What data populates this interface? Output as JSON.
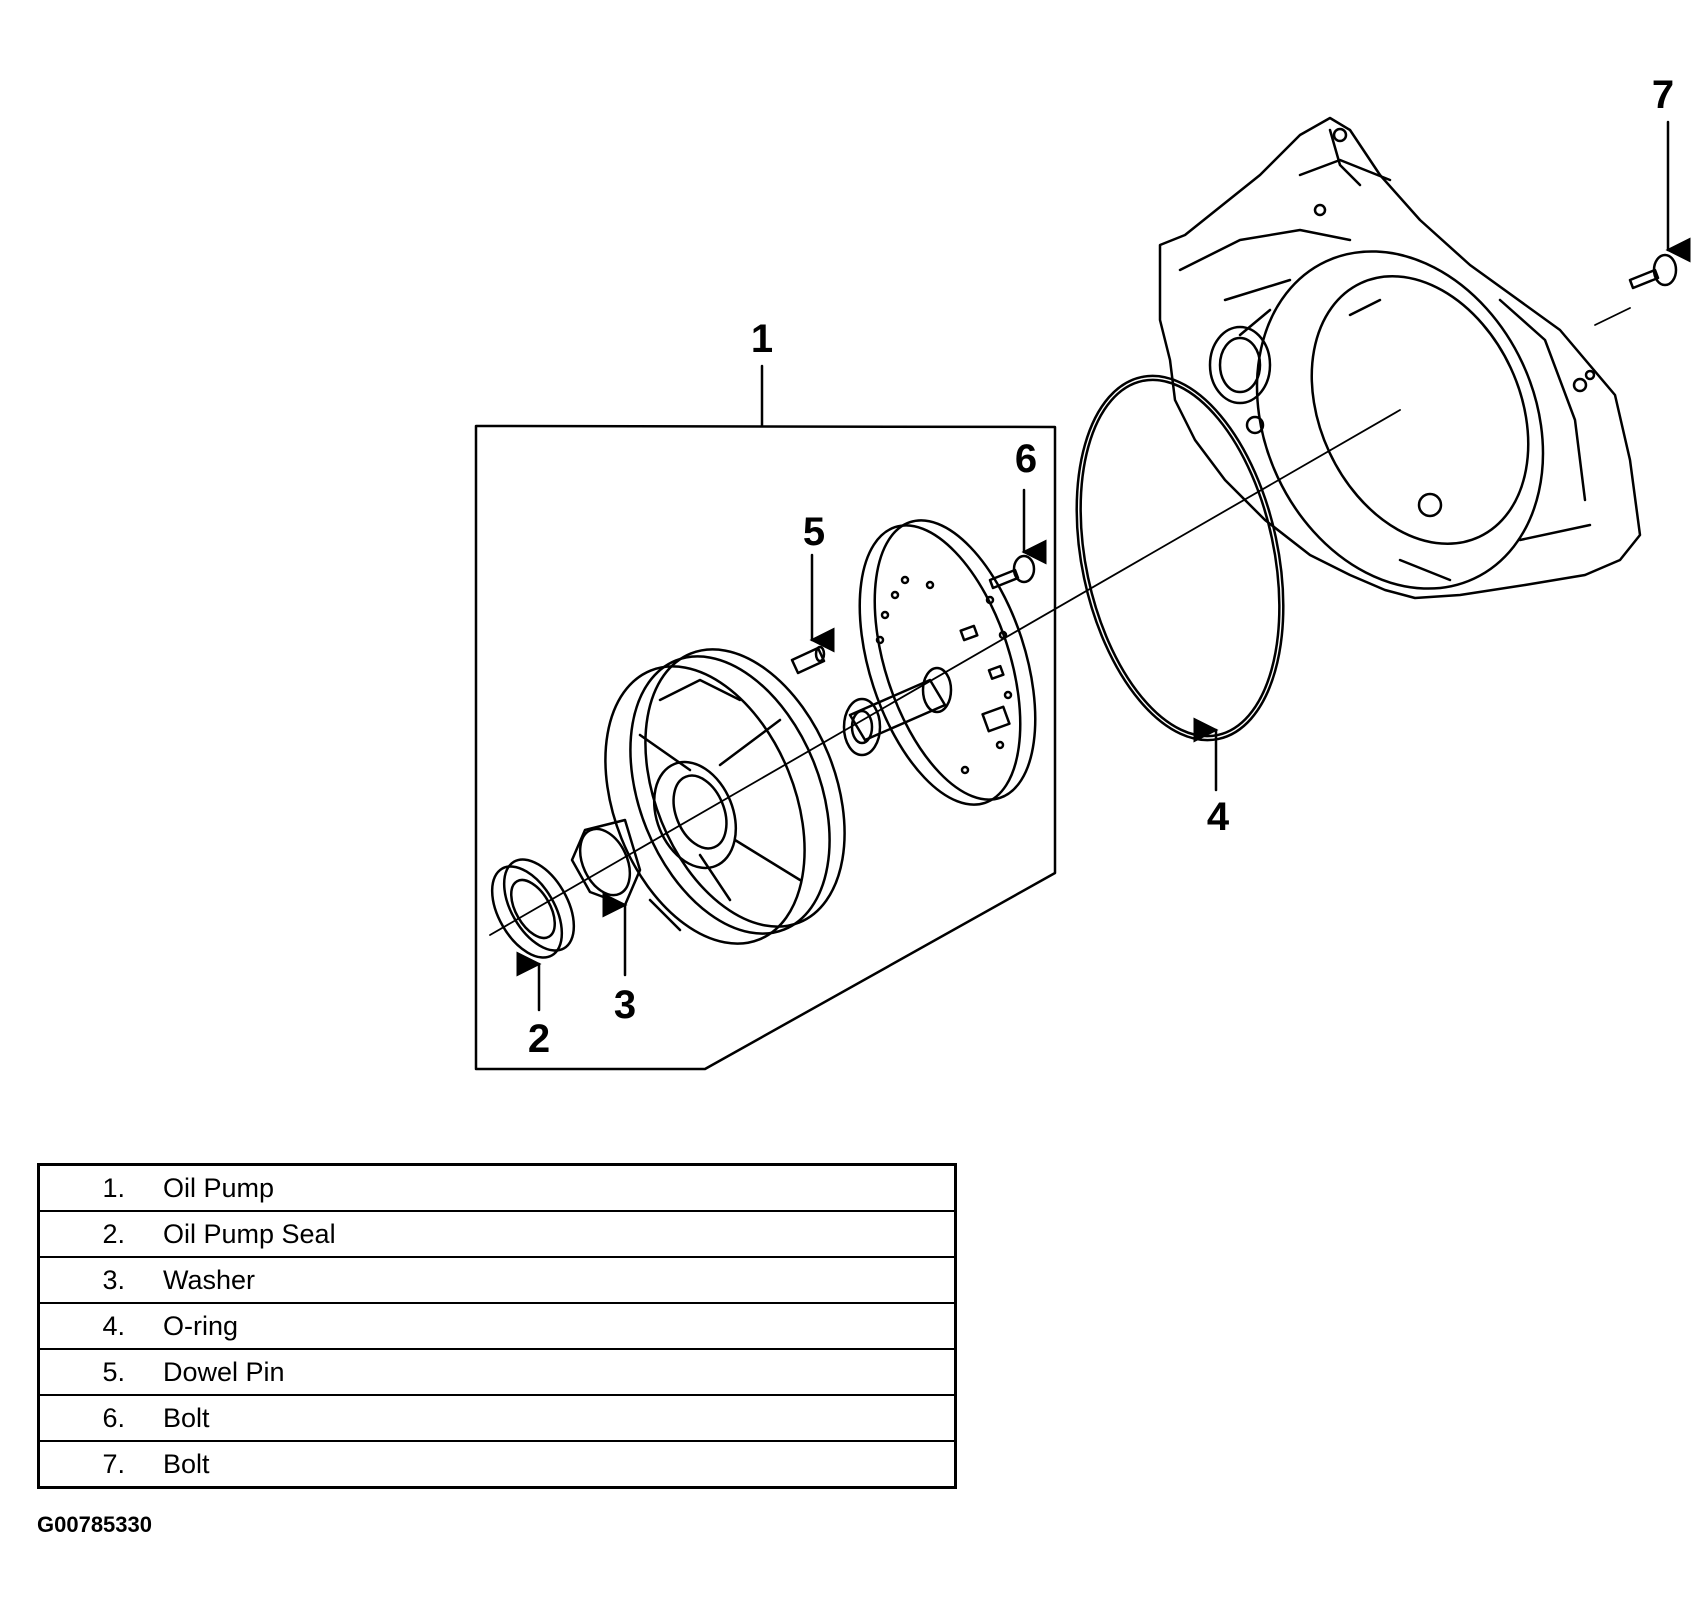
{
  "callouts": {
    "c1": "1",
    "c2": "2",
    "c3": "3",
    "c4": "4",
    "c5": "5",
    "c6": "6",
    "c7": "7"
  },
  "legend": {
    "rows": [
      {
        "num": "1.",
        "name": "Oil Pump"
      },
      {
        "num": "2.",
        "name": "Oil Pump Seal"
      },
      {
        "num": "3.",
        "name": "Washer"
      },
      {
        "num": "4.",
        "name": "O-ring"
      },
      {
        "num": "5.",
        "name": "Dowel Pin"
      },
      {
        "num": "6.",
        "name": "Bolt"
      },
      {
        "num": "7.",
        "name": "Bolt"
      }
    ]
  },
  "figure_id": "G00785330"
}
